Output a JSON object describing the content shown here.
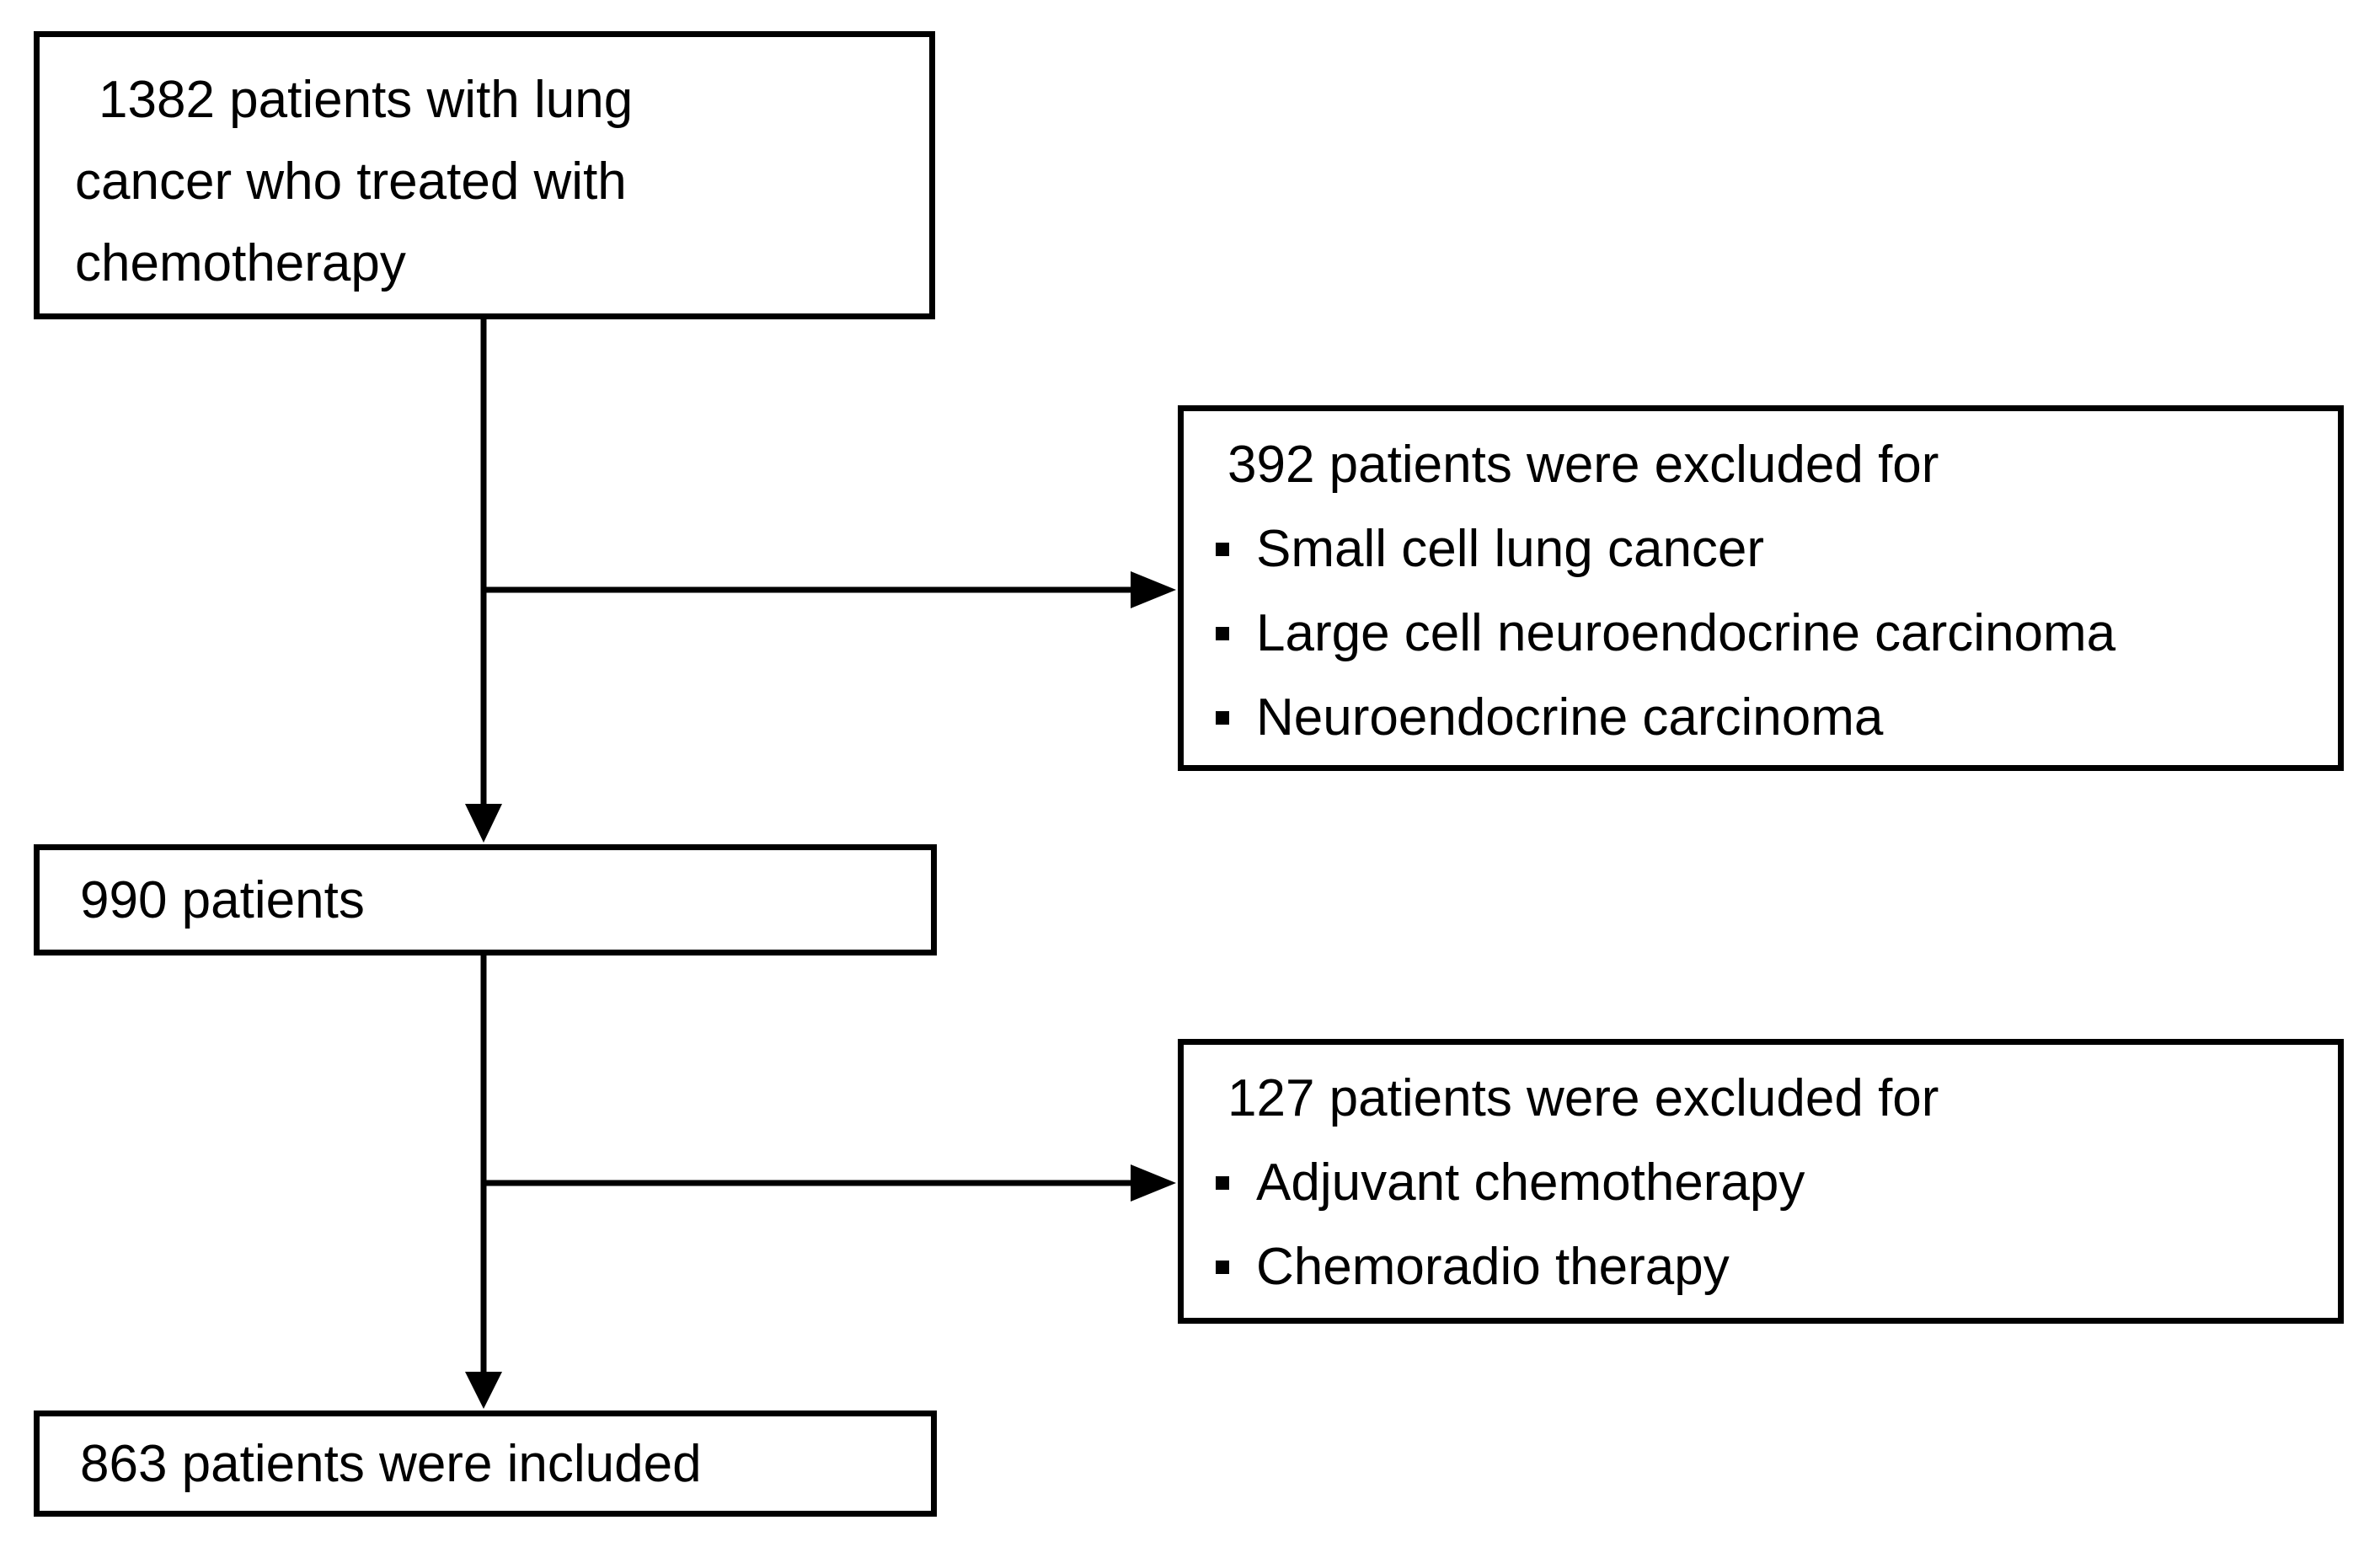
{
  "figure": {
    "background_color": "#ffffff",
    "line_color": "#000000",
    "nodes": {
      "enrolled": {
        "lines": [
          "1382 patients with lung",
          "cancer who treated with",
          "chemotherapy"
        ]
      },
      "exclusion_1": {
        "title": "392 patients were excluded for",
        "items": [
          "Small cell lung cancer",
          "Large cell neuroendocrine carcinoma",
          "Neuroendocrine carcinoma"
        ]
      },
      "after_exclusion_1": {
        "text": "990 patients"
      },
      "exclusion_2": {
        "title": "127 patients were excluded for",
        "items": [
          "Adjuvant chemotherapy",
          "Chemoradio therapy"
        ]
      },
      "included": {
        "text": "863 patients were included"
      }
    }
  }
}
